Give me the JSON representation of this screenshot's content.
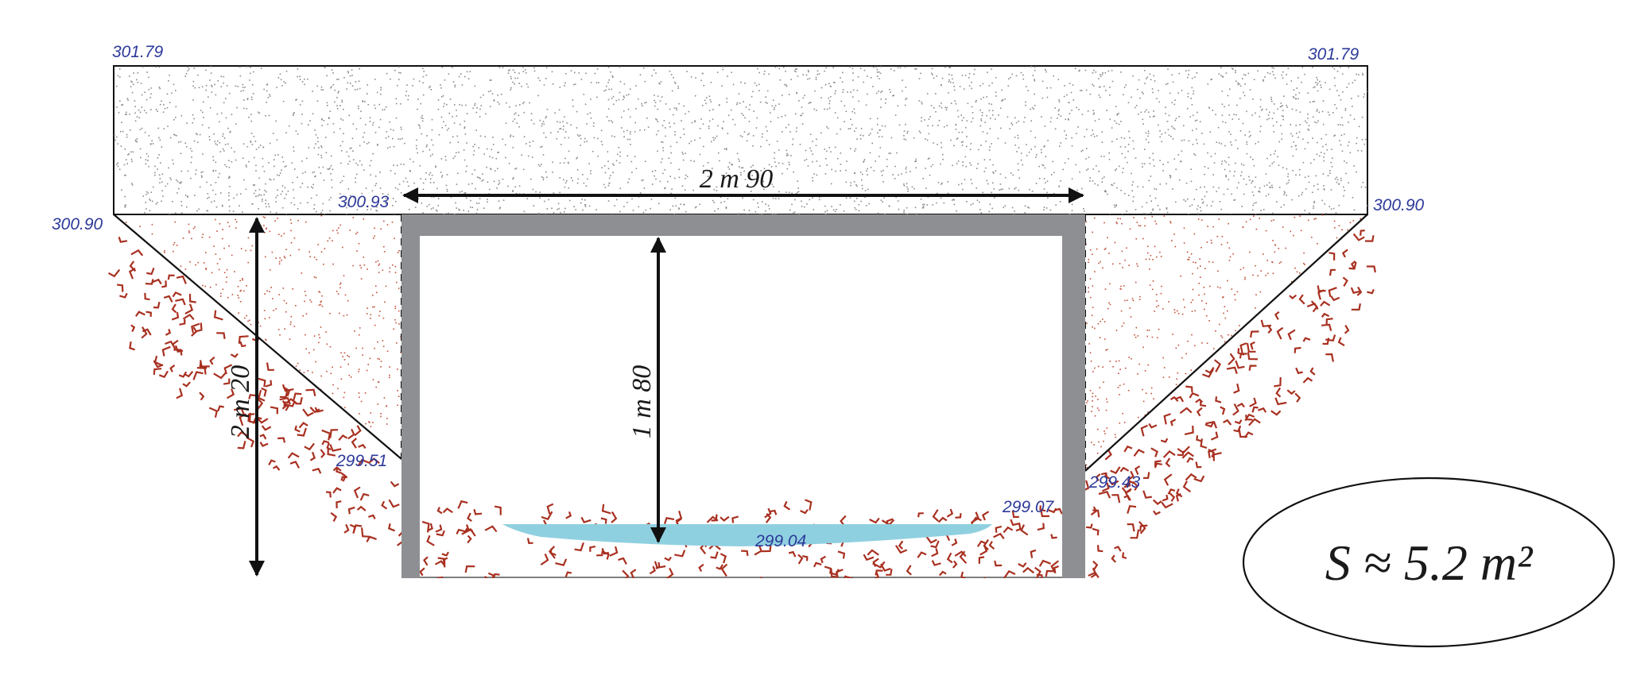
{
  "colors": {
    "elevation_text": "#2d3a9a",
    "structure_wall": "#8e8f93",
    "water": "#8fd0e0",
    "embankment_dots": "#8a8a8a",
    "soil_fill_dots": "#c0503a",
    "rock_marks": "#a83020",
    "line": "#111111"
  },
  "elevations": {
    "top_left": "301.79",
    "top_right": "301.79",
    "left_slope_top": "300.90",
    "right_slope_top": "300.90",
    "culvert_top": "300.93",
    "left_wall_base": "299.51",
    "right_wall_base": "299.43",
    "channel_edge": "299.07",
    "channel_bottom": "299.04"
  },
  "dimensions": {
    "span_width": "2 m 90",
    "clear_height": "1 m 80",
    "total_depth": "2 m 20"
  },
  "area_label": "S ≈ 5.2 m²"
}
